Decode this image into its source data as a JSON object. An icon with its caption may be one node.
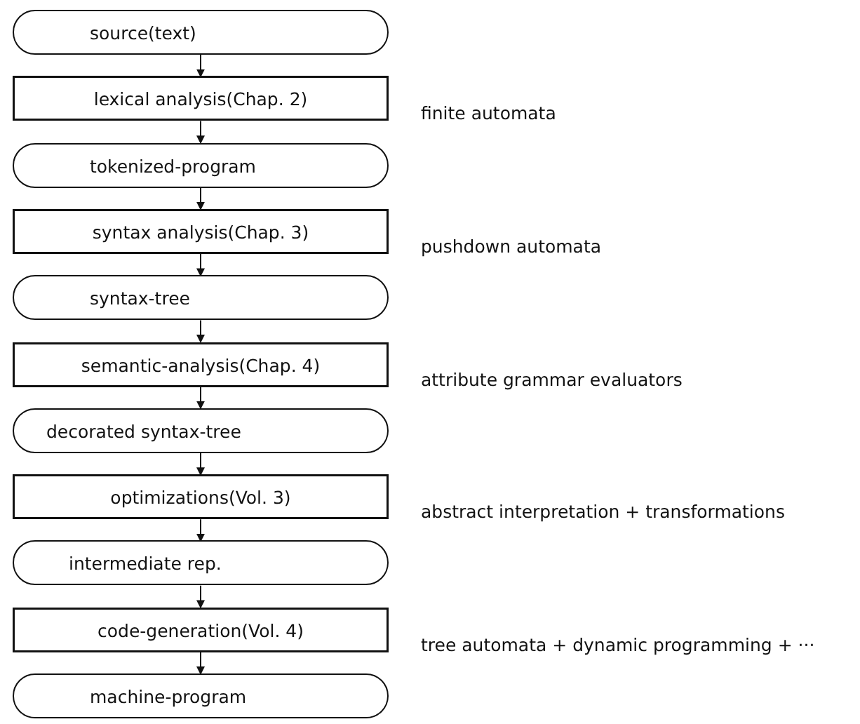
{
  "diagram": {
    "nodes": [
      {
        "text": [
          "source(text)"
        ]
      },
      {
        "text": [
          "lexical analysis(Chap. 2)"
        ],
        "beside": [
          "finite automata"
        ]
      },
      {
        "text": [
          "tokenized-program"
        ]
      },
      {
        "text": [
          "syntax analysis(Chap. 3)"
        ],
        "beside": [
          "pushdown automata"
        ]
      },
      {
        "text": [
          "syntax-tree"
        ]
      },
      {
        "text": [
          "semantic-analysis(Chap. 4)"
        ],
        "beside": [
          "attribute grammar evaluators"
        ]
      },
      {
        "text": [
          "decorated syntax-tree"
        ]
      },
      {
        "text": [
          "optimizations(Vol. 3)"
        ],
        "beside": [
          "abstract interpretation + transformations"
        ]
      },
      {
        "text": [
          "intermediate rep."
        ]
      },
      {
        "text": [
          "code-generation(Vol. 4)"
        ],
        "beside": [
          "tree automata + dynamic programming + ···"
        ]
      },
      {
        "text": [
          "machine-program"
        ]
      }
    ],
    "edges": [
      {
        "from": 0,
        "to": 1,
        "arrow": "to"
      },
      {
        "from": 1,
        "to": 2,
        "arrow": "to"
      },
      {
        "from": 2,
        "to": 3,
        "arrow": "to"
      },
      {
        "from": 3,
        "to": 4,
        "arrow": "to"
      },
      {
        "from": 4,
        "to": 5,
        "arrow": "to"
      },
      {
        "from": 5,
        "to": 6,
        "arrow": "to"
      },
      {
        "from": 6,
        "to": 7,
        "arrow": "to"
      },
      {
        "from": 7,
        "to": 8,
        "arrow": "to"
      },
      {
        "from": 8,
        "to": 9,
        "arrow": "to"
      },
      {
        "from": 9,
        "to": 10,
        "arrow": "to"
      }
    ]
  }
}
